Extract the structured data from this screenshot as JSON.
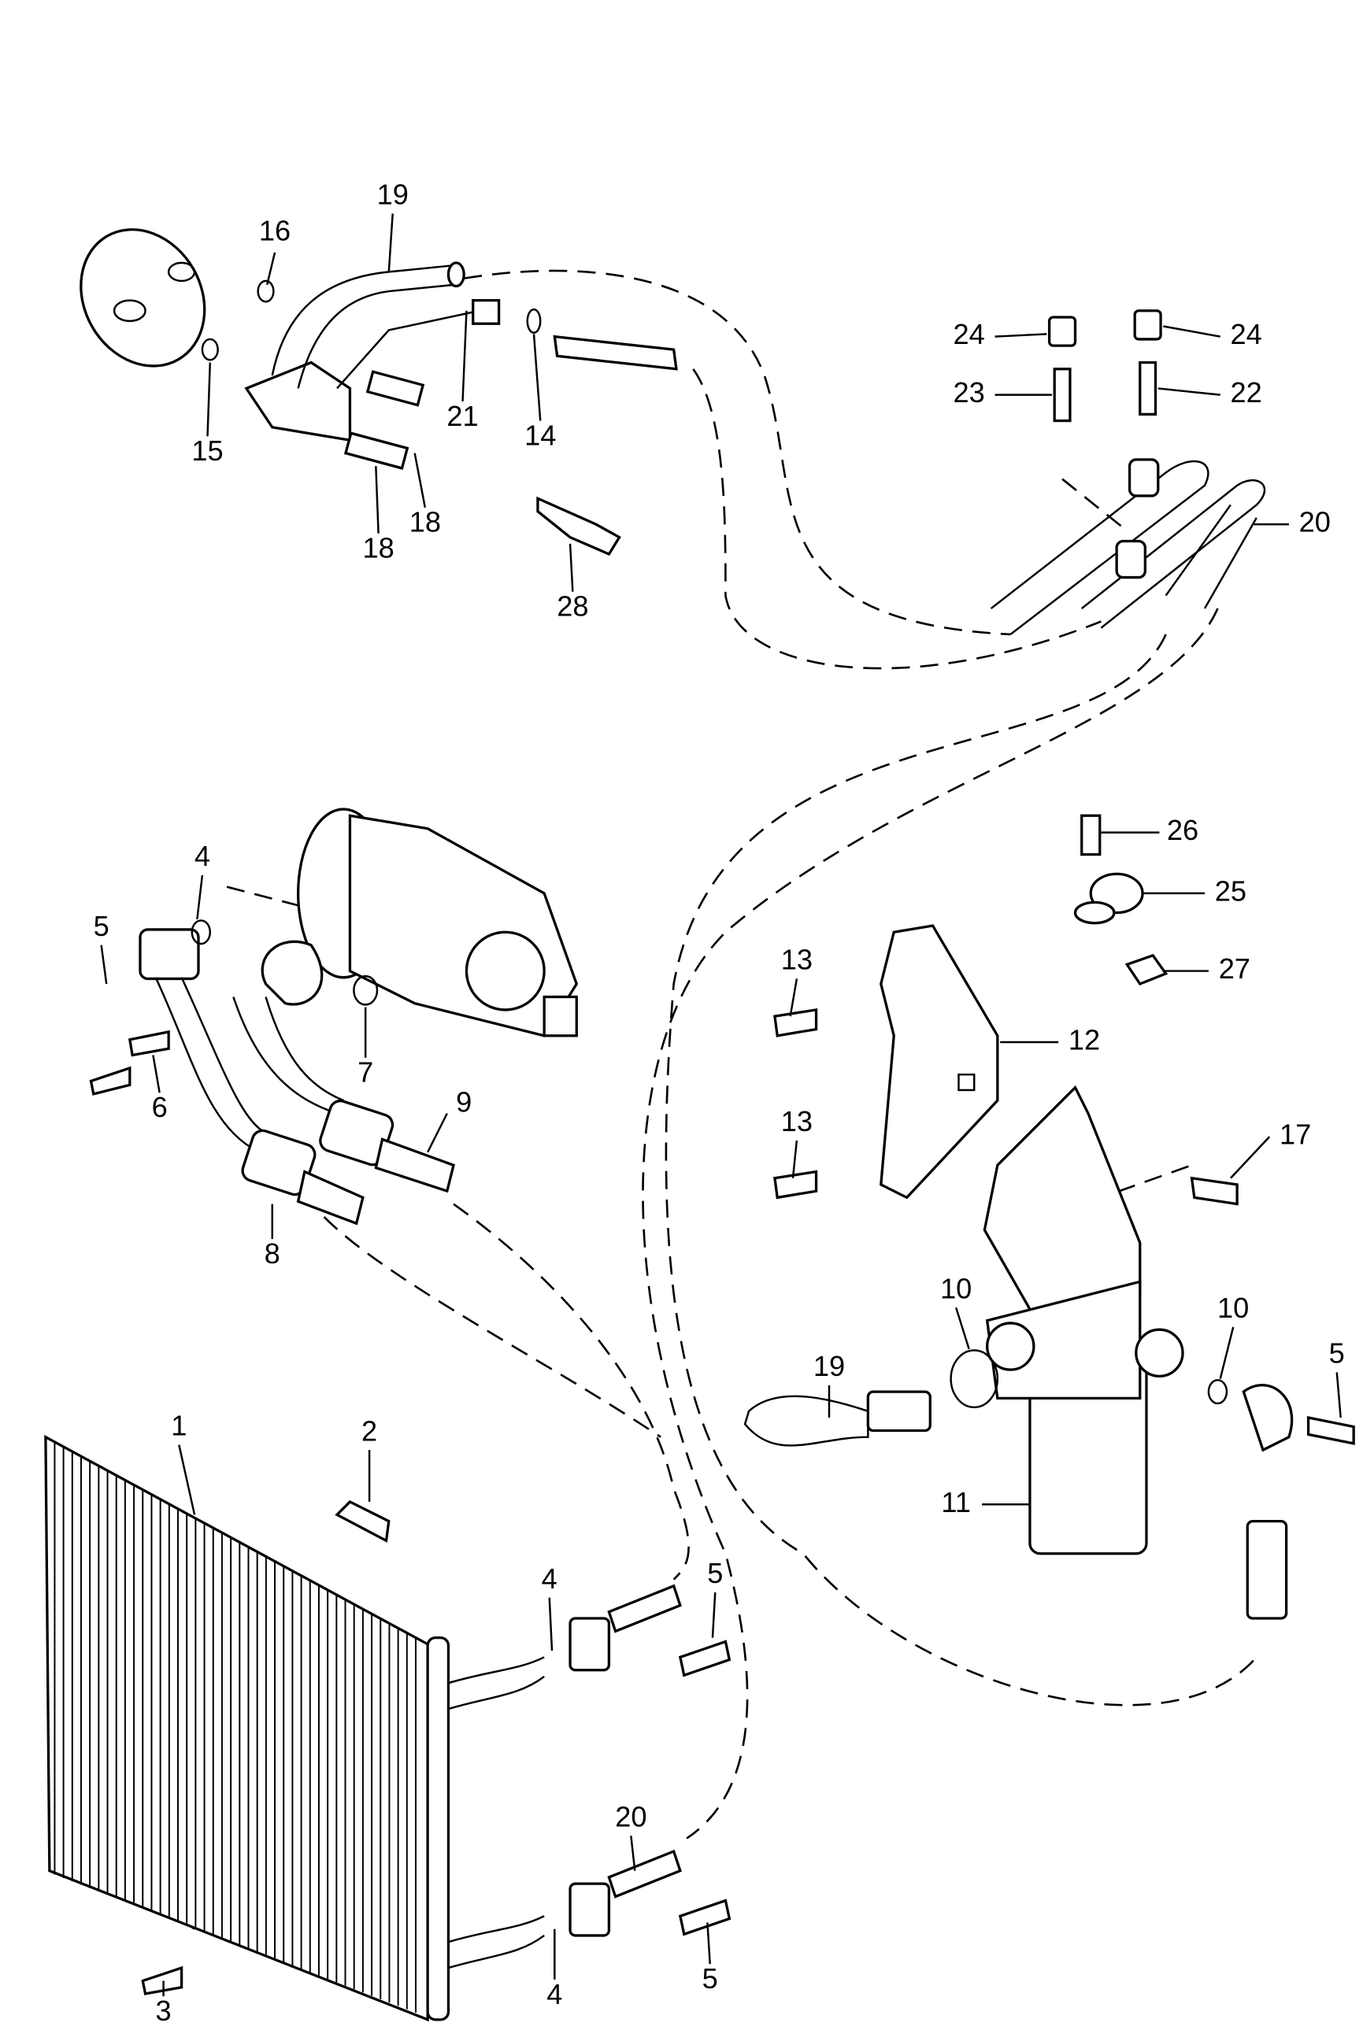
{
  "diagram": {
    "type": "parts-exploded-view",
    "callouts": [
      "19",
      "16",
      "24",
      "24",
      "23",
      "22",
      "21",
      "14",
      "15",
      "18",
      "18",
      "20",
      "28",
      "26",
      "25",
      "4",
      "5",
      "13",
      "27",
      "7",
      "6",
      "12",
      "9",
      "13",
      "17",
      "8",
      "10",
      "10",
      "5",
      "19",
      "1",
      "2",
      "11",
      "4",
      "5",
      "20",
      "5",
      "4",
      "3"
    ]
  },
  "colors": {
    "line": "#000000",
    "background": "#ffffff"
  }
}
